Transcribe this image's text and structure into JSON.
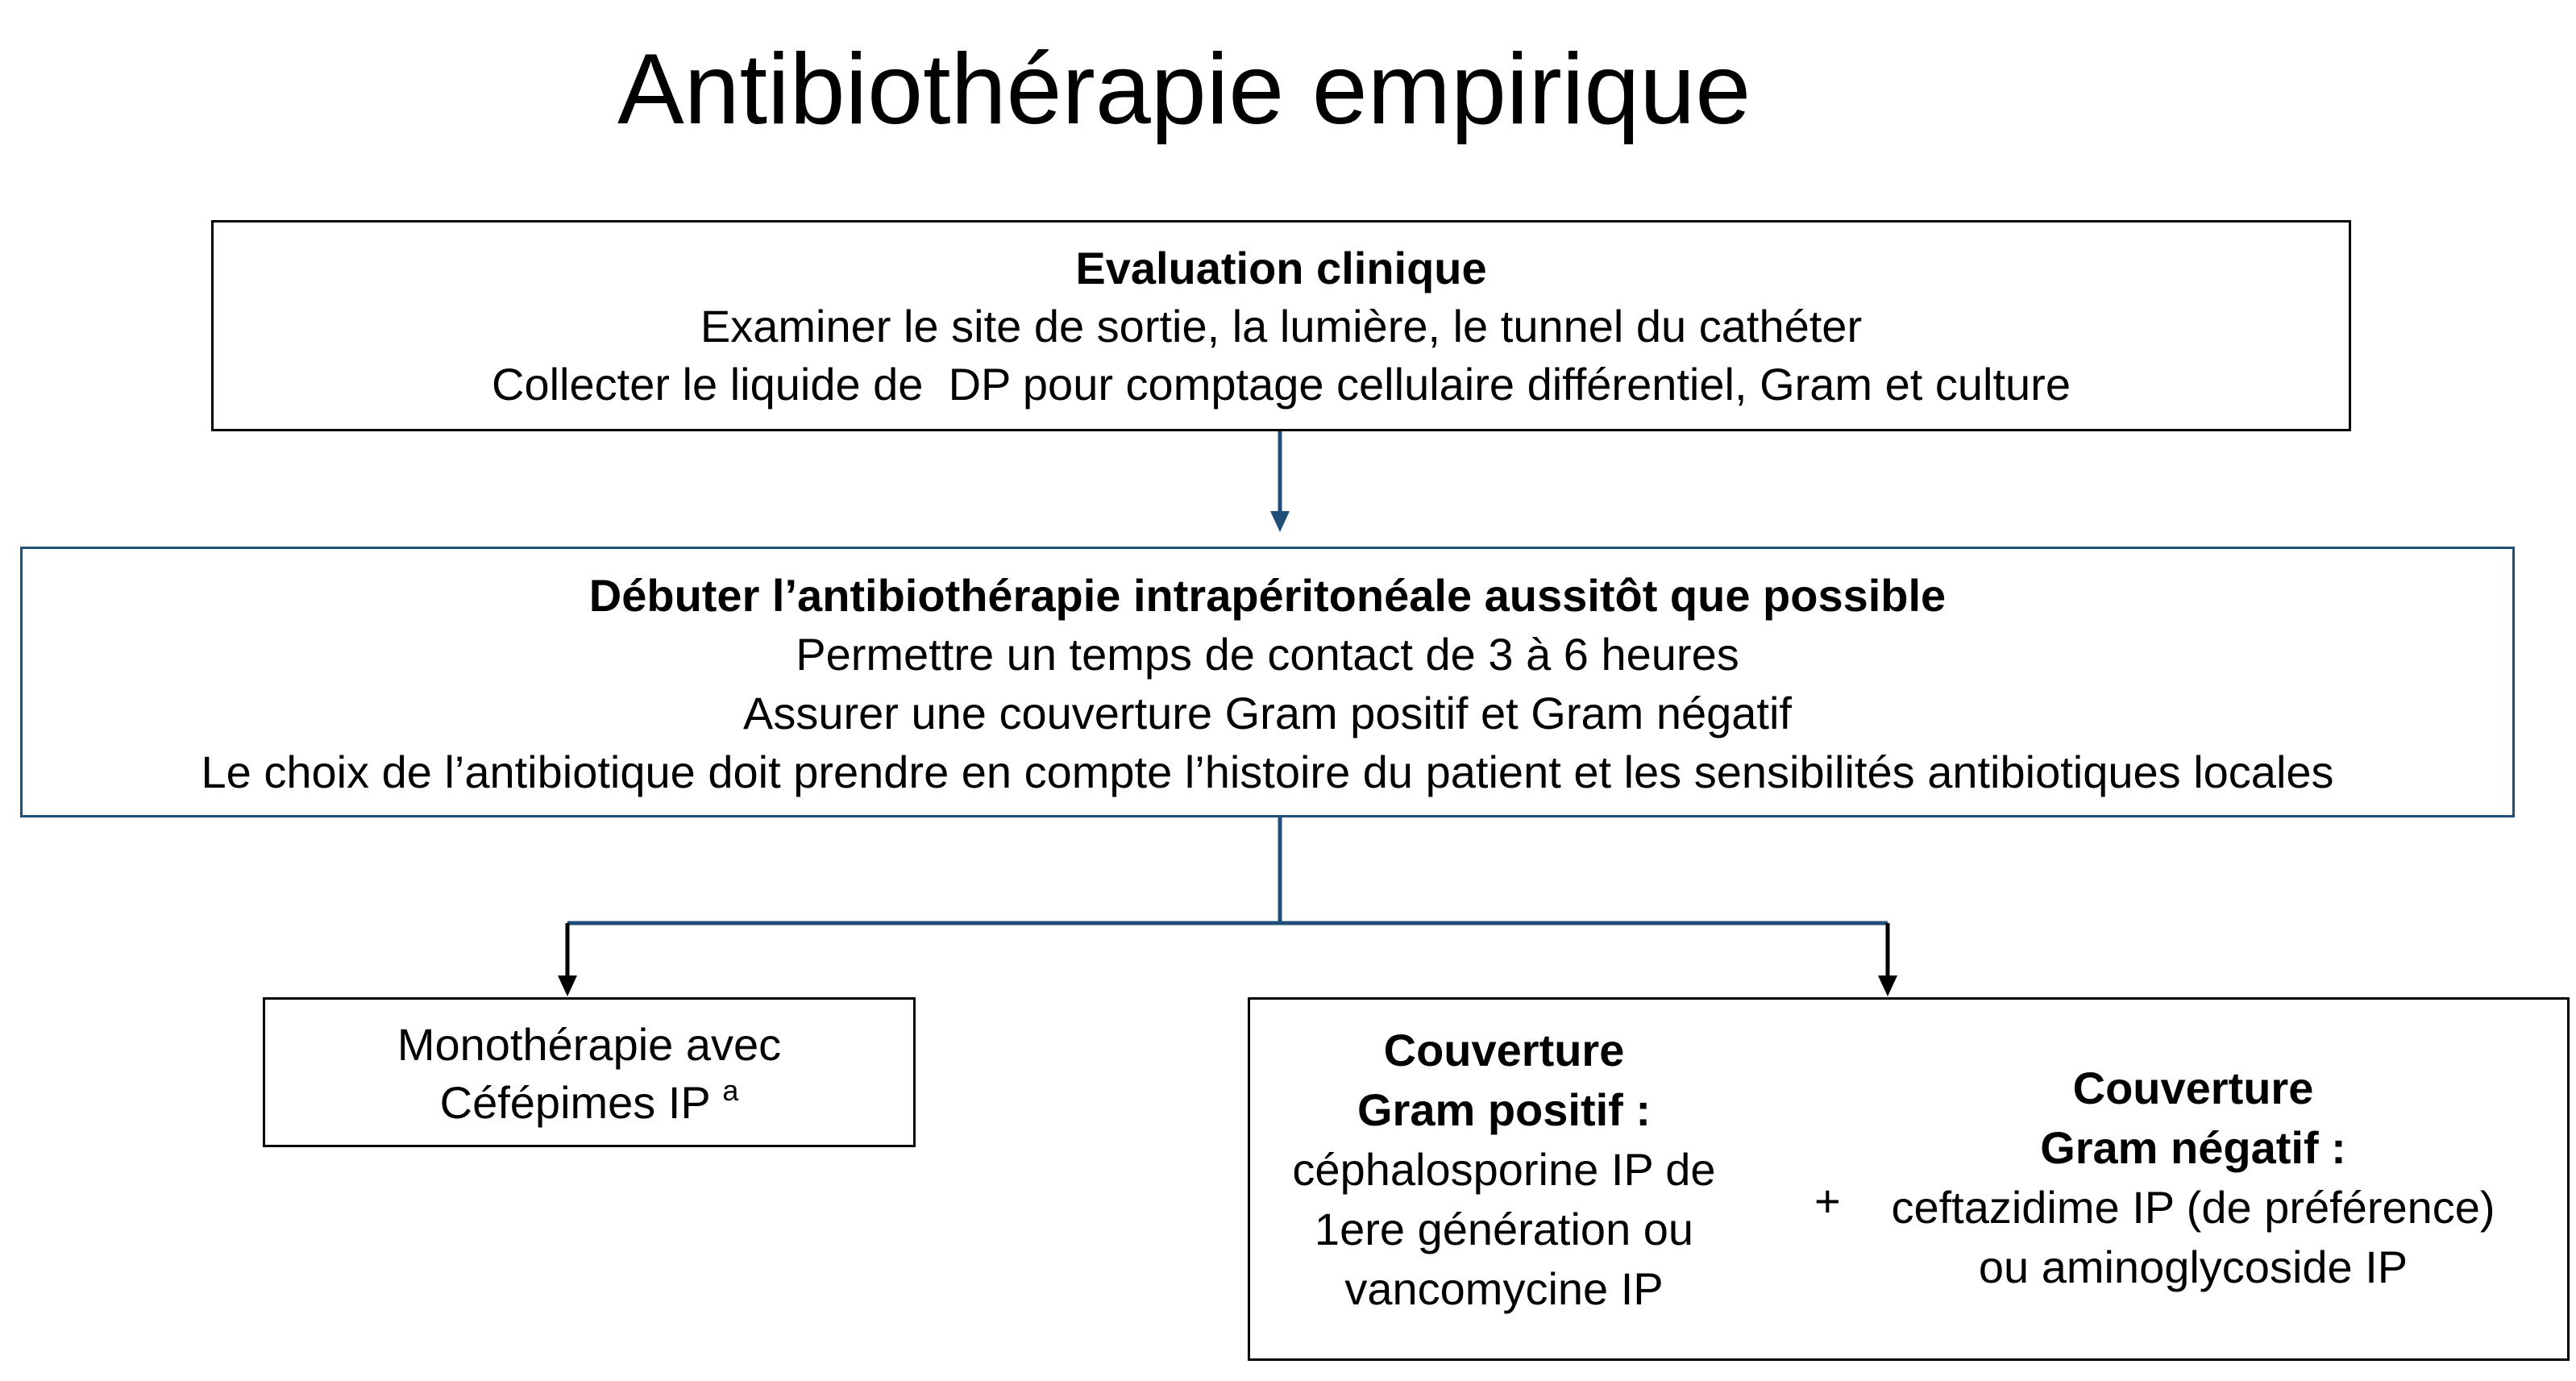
{
  "title": "Antibiothérapie empirique",
  "colors": {
    "box_border": "#000000",
    "start_box_border": "#1f4e79",
    "connector": "#1f4e79",
    "arrowhead_dark": "#000000"
  },
  "evaluation": {
    "heading": "Evaluation clinique",
    "line1": "Examiner le site de sortie, la lumière, le tunnel du cathéter",
    "line2": "Collecter le liquide de  DP pour comptage cellulaire différentiel, Gram et culture"
  },
  "start_therapy": {
    "heading": "Débuter l’antibiothérapie intrapéritonéale aussitôt que possible",
    "line1": "Permettre un temps de contact de 3 à 6 heures",
    "line2": "Assurer une couverture Gram positif et Gram négatif",
    "line3": "Le choix de l’antibiotique doit prendre en compte l’histoire du patient et les sensibilités antibiotiques locales"
  },
  "monotherapy": {
    "line1": "Monothérapie avec",
    "line2": "Céfépimes IP",
    "footnote": "a"
  },
  "combination": {
    "gram_positive": {
      "heading1": "Couverture",
      "heading2": "Gram positif :",
      "line1": "céphalosporine IP de",
      "line2": "1ere génération ou",
      "line3": "vancomycine IP"
    },
    "plus": "+",
    "gram_negative": {
      "heading1": "Couverture",
      "heading2": "Gram négatif :",
      "line1": "ceftazidime IP (de préférence)",
      "line2": "ou aminoglycoside IP"
    }
  }
}
